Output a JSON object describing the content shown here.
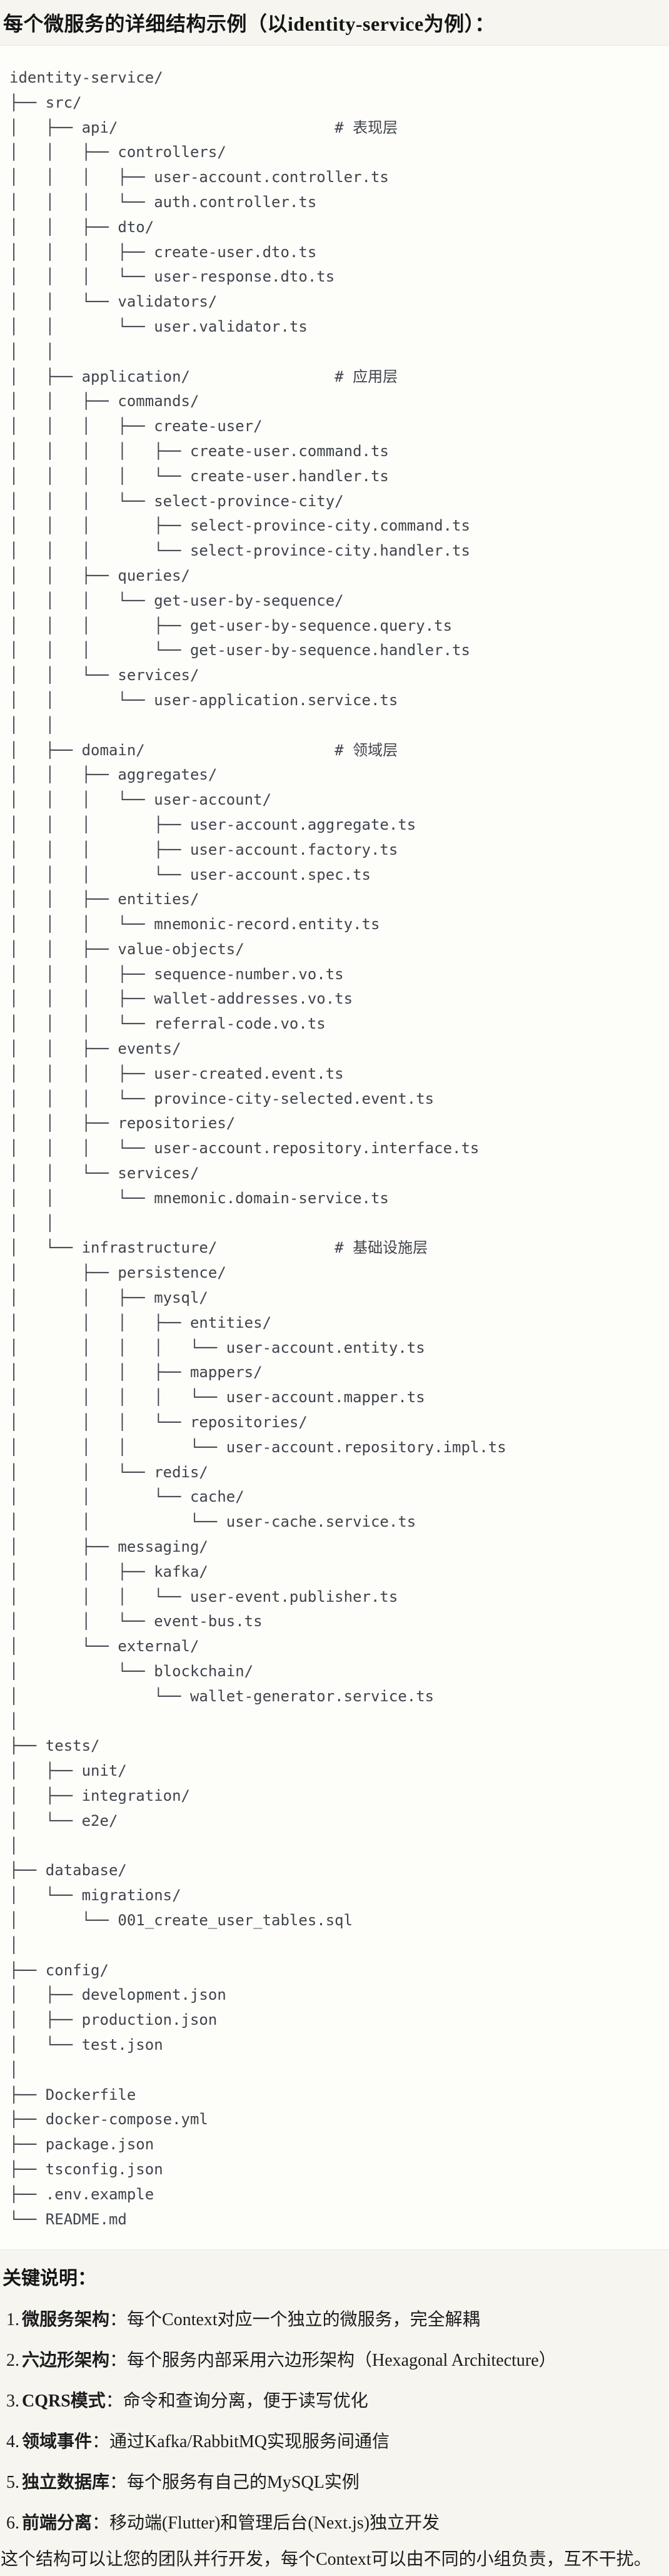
{
  "title": "每个微服务的详细结构示例（以identity-service为例）：",
  "code": {
    "tree": "identity-service/\n├── src/\n│   ├── api/                        # 表现层\n│   │   ├── controllers/\n│   │   │   ├── user-account.controller.ts\n│   │   │   └── auth.controller.ts\n│   │   ├── dto/\n│   │   │   ├── create-user.dto.ts\n│   │   │   └── user-response.dto.ts\n│   │   └── validators/\n│   │       └── user.validator.ts\n│   │\n│   ├── application/                # 应用层\n│   │   ├── commands/\n│   │   │   ├── create-user/\n│   │   │   │   ├── create-user.command.ts\n│   │   │   │   └── create-user.handler.ts\n│   │   │   └── select-province-city/\n│   │   │       ├── select-province-city.command.ts\n│   │   │       └── select-province-city.handler.ts\n│   │   ├── queries/\n│   │   │   └── get-user-by-sequence/\n│   │   │       ├── get-user-by-sequence.query.ts\n│   │   │       └── get-user-by-sequence.handler.ts\n│   │   └── services/\n│   │       └── user-application.service.ts\n│   │\n│   ├── domain/                     # 领域层\n│   │   ├── aggregates/\n│   │   │   └── user-account/\n│   │   │       ├── user-account.aggregate.ts\n│   │   │       ├── user-account.factory.ts\n│   │   │       └── user-account.spec.ts\n│   │   ├── entities/\n│   │   │   └── mnemonic-record.entity.ts\n│   │   ├── value-objects/\n│   │   │   ├── sequence-number.vo.ts\n│   │   │   ├── wallet-addresses.vo.ts\n│   │   │   └── referral-code.vo.ts\n│   │   ├── events/\n│   │   │   ├── user-created.event.ts\n│   │   │   └── province-city-selected.event.ts\n│   │   ├── repositories/\n│   │   │   └── user-account.repository.interface.ts\n│   │   └── services/\n│   │       └── mnemonic.domain-service.ts\n│   │\n│   └── infrastructure/             # 基础设施层\n│       ├── persistence/\n│       │   ├── mysql/\n│       │   │   ├── entities/\n│       │   │   │   └── user-account.entity.ts\n│       │   │   ├── mappers/\n│       │   │   │   └── user-account.mapper.ts\n│       │   │   └── repositories/\n│       │   │       └── user-account.repository.impl.ts\n│       │   └── redis/\n│       │       └── cache/\n│       │           └── user-cache.service.ts\n│       ├── messaging/\n│       │   ├── kafka/\n│       │   │   └── user-event.publisher.ts\n│       │   └── event-bus.ts\n│       └── external/\n│           └── blockchain/\n│               └── wallet-generator.service.ts\n│\n├── tests/\n│   ├── unit/\n│   ├── integration/\n│   └── e2e/\n│\n├── database/\n│   └── migrations/\n│       └── 001_create_user_tables.sql\n│\n├── config/\n│   ├── development.json\n│   ├── production.json\n│   └── test.json\n│\n├── Dockerfile\n├── docker-compose.yml\n├── package.json\n├── tsconfig.json\n├── .env.example\n└── README.md"
  },
  "notes": {
    "heading": "关键说明：",
    "items": [
      {
        "num": "1.",
        "label": "微服务架构",
        "text": "：每个Context对应一个独立的微服务，完全解耦"
      },
      {
        "num": "2.",
        "label": "六边形架构",
        "text": "：每个服务内部采用六边形架构（Hexagonal Architecture）"
      },
      {
        "num": "3.",
        "label": "CQRS模式",
        "text": "：命令和查询分离，便于读写优化"
      },
      {
        "num": "4.",
        "label": "领域事件",
        "text": "：通过Kafka/RabbitMQ实现服务间通信"
      },
      {
        "num": "5.",
        "label": "独立数据库",
        "text": "：每个服务有自己的MySQL实例"
      },
      {
        "num": "6.",
        "label": "前端分离",
        "text": "：移动端(Flutter)和管理后台(Next.js)独立开发"
      }
    ],
    "footer": "这个结构可以让您的团队并行开发，每个Context可以由不同的小组负责，互不干扰。"
  }
}
